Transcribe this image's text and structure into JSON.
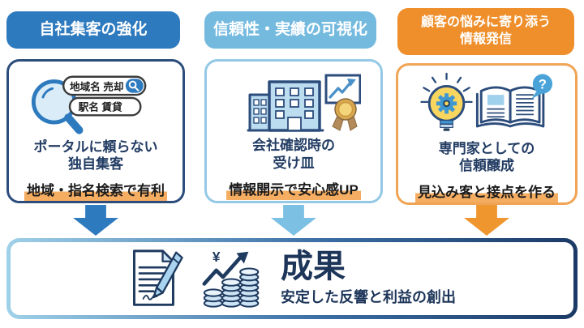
{
  "columns": [
    {
      "banner": "自社集客の強化",
      "title_lines": [
        "ポータルに頼らない",
        "独自集客"
      ],
      "highlight": "地域・指名検索で有利",
      "search_bar1": "地域名 売却",
      "search_bar2": "駅名 賃貸",
      "colors": {
        "banner": "#2e7abe",
        "box_border": "#2c4d7c",
        "arrow": "#2e7abe"
      }
    },
    {
      "banner": "信頼性・実績の可視化",
      "title_lines": [
        "会社確認時の",
        "受け皿"
      ],
      "highlight": "情報開示で安心感UP",
      "colors": {
        "banner": "#74badf",
        "box_border": "#94c9e6",
        "arrow": "#7cc0e4"
      }
    },
    {
      "banner_lines": [
        "顧客の悩みに寄り添う",
        "情報発信"
      ],
      "title_lines": [
        "専門家としての",
        "信頼醸成"
      ],
      "highlight": "見込み客と接点を作る",
      "question_glyph": "?",
      "colors": {
        "banner": "#ee8f2c",
        "box_border": "#f0a455",
        "arrow": "#f0962e"
      }
    }
  ],
  "result": {
    "title": "成果",
    "subtitle": "安定した反響と利益の創出",
    "yen_glyph": "¥",
    "colors": {
      "border_left": "#9fd1e9",
      "border_right": "#1c3a66",
      "text": "#1d3559"
    }
  },
  "shared_colors": {
    "highlight_bg": "#f5ad62",
    "title_text": "#223c63",
    "background": "#ffffff"
  }
}
